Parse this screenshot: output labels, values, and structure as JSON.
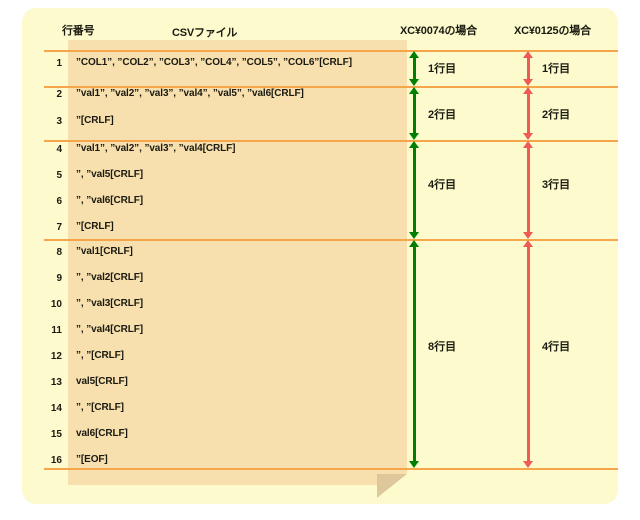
{
  "headers": {
    "row_number": "行番号",
    "csv_file": "CSVファイル",
    "col_a": "XC¥0074の場合",
    "col_b": "XC¥0125の場合"
  },
  "csv_rows": [
    {
      "n": "1",
      "text": "”COL1”, ”COL2”, ”COL3”, ”COL4”, ”COL5”, ”COL6”[CRLF]"
    },
    {
      "n": "2",
      "text": "”val1”, ”val2”, ”val3”, ”val4”, ”val5”, ”val6[CRLF]"
    },
    {
      "n": "3",
      "text": "”[CRLF]"
    },
    {
      "n": "4",
      "text": "”val1”, ”val2”, ”val3”, ”val4[CRLF]"
    },
    {
      "n": "5",
      "text": "”, ”val5[CRLF]"
    },
    {
      "n": "6",
      "text": "”, ”val6[CRLF]"
    },
    {
      "n": "7",
      "text": "”[CRLF]"
    },
    {
      "n": "8",
      "text": "”val1[CRLF]"
    },
    {
      "n": "9",
      "text": "”, ”val2[CRLF]"
    },
    {
      "n": "10",
      "text": "”, ”val3[CRLF]"
    },
    {
      "n": "11",
      "text": "”, ”val4[CRLF]"
    },
    {
      "n": "12",
      "text": "”, ”[CRLF]"
    },
    {
      "n": "13",
      "text": "val5[CRLF]"
    },
    {
      "n": "14",
      "text": "”, ”[CRLF]"
    },
    {
      "n": "15",
      "text": "val6[CRLF]"
    },
    {
      "n": "16",
      "text": "”[EOF]"
    }
  ],
  "groups": [
    {
      "csv_rows": "1",
      "label_a": "1行目",
      "label_b": "1行目"
    },
    {
      "csv_rows": "2-3",
      "label_a": "2行目",
      "label_b": "2行目"
    },
    {
      "csv_rows": "4-7",
      "label_a": "4行目",
      "label_b": "3行目"
    },
    {
      "csv_rows": "8-16",
      "label_a": "8行目",
      "label_b": "4行目"
    }
  ],
  "colors": {
    "page_background": "#fdfbce",
    "csv_panel": "#f7dfae",
    "divider": "#f5a64b",
    "arrow_a": "#008000",
    "arrow_b": "#ee5b52",
    "text": "#1a1a10"
  }
}
